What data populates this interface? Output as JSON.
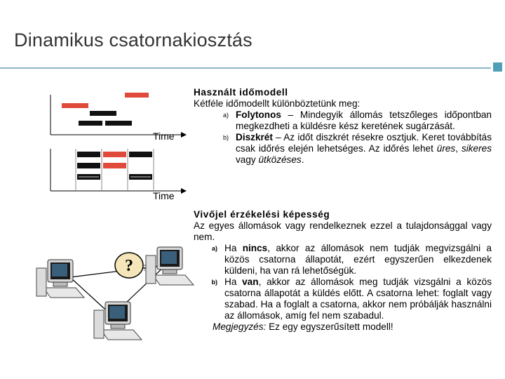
{
  "slide": {
    "title": "Dinamikus csatornakiosztás"
  },
  "timeline": {
    "time_label_top": "Time",
    "time_label_bottom": "Time"
  },
  "section1": {
    "heading": "Használt időmodell",
    "intro": "Kétféle időmodellt különböztetünk meg:",
    "items": [
      {
        "marker": "a)",
        "term": "Folytonos",
        "rest": " – Mindegyik állomás tetszőleges időpontban megkezdheti a küldésre kész keretének sugárzását."
      },
      {
        "marker": "b)",
        "term": "Diszkrét",
        "rest_a": " – Az időt diszkrét résekre osztjuk. Keret továbbítás csak időrés elején lehetséges. Az időrés lehet ",
        "em1": "üres",
        "sep1": ", ",
        "em2": "sikeres",
        "sep2": " vagy ",
        "em3": "ütközéses",
        "end": "."
      }
    ]
  },
  "section2": {
    "heading": "Vivőjel érzékelési képesség",
    "intro": "Az egyes állomások vagy rendelkeznek ezzel a tulajdonsággal vagy nem.",
    "items": [
      {
        "marker": "a)",
        "pre": "Ha ",
        "term": "nincs",
        "rest": ", akkor az állomások nem tudják megvizsgálni a közös csatorna állapotát, ezért egyszerűen elkezdenek küldeni, ha van rá lehetőségük."
      },
      {
        "marker": "b)",
        "pre": "Ha ",
        "term": "van",
        "rest": ", akkor az állomások meg tudják vizsgálni a közös csatorna állapotát a küldés előtt. A csatorna lehet: foglalt vagy szabad. Ha a foglalt a csatorna, akkor nem próbálják használni az állomások, amíg fel nem szabadul."
      }
    ],
    "note_label": "Megjegyzés:",
    "note_text": " Ez egy egyszerűsített modell!"
  },
  "colors": {
    "rule": "#8fb6c9",
    "accent_box": "#4f9fb8",
    "frame_red": "#e04a3a",
    "frame_black": "#111111",
    "frame_inner_line": "#cfcfcf"
  },
  "icons": [
    "computer-icon",
    "question-bubble-icon"
  ]
}
